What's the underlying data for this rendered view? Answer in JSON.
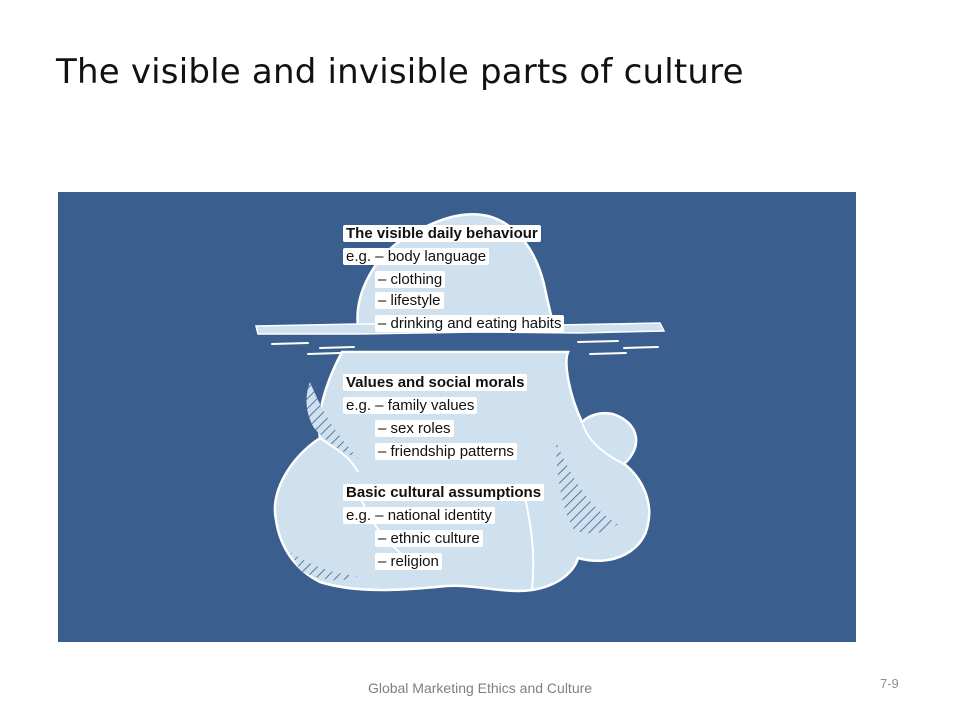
{
  "slide": {
    "title": "The visible and invisible parts of culture",
    "footer": "Global Marketing Ethics and Culture",
    "page_number": "7-9"
  },
  "iceberg": {
    "background_color": "#3a5f8e",
    "ice_color": "#cfe0ef",
    "sections": [
      {
        "heading": "The visible daily behaviour",
        "items": [
          "e.g. – body language",
          "– clothing",
          "– lifestyle",
          "– drinking and eating habits"
        ]
      },
      {
        "heading": "Values and social morals",
        "items": [
          "e.g. – family values",
          "– sex roles",
          "– friendship patterns"
        ]
      },
      {
        "heading": "Basic cultural assumptions",
        "items": [
          "e.g. – national identity",
          "– ethnic culture",
          "– religion"
        ]
      }
    ]
  }
}
